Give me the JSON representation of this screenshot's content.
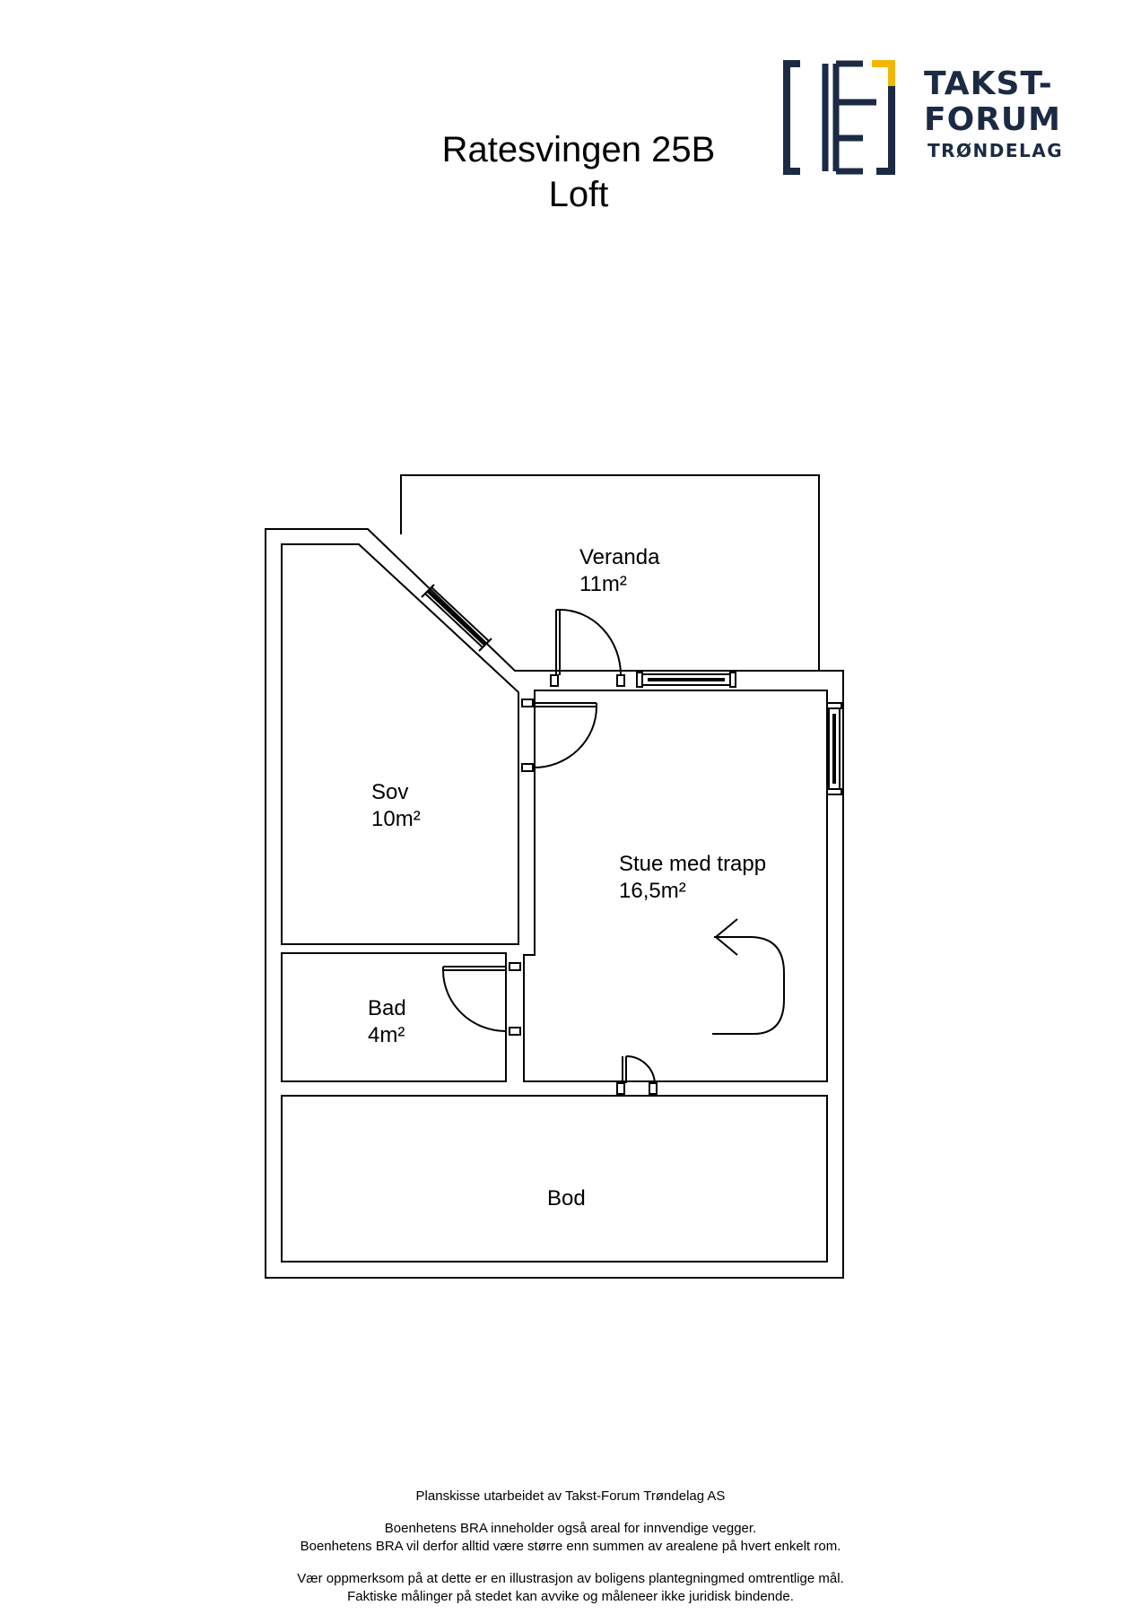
{
  "header": {
    "title_line1": "Ratesvingen 25B",
    "title_line2": "Loft"
  },
  "logo": {
    "line1": "TAKST-",
    "line2": "FORUM",
    "line3": "TRØNDELAG",
    "colors": {
      "navy": "#1c2a44",
      "gold": "#f2b705"
    }
  },
  "rooms": {
    "veranda": {
      "name": "Veranda",
      "area": "11m²"
    },
    "sov": {
      "name": "Sov",
      "area": "10m²"
    },
    "stue": {
      "name": "Stue med trapp",
      "area": "16,5m²"
    },
    "bad": {
      "name": "Bad",
      "area": "4m²"
    },
    "bod": {
      "name": "Bod"
    }
  },
  "footer": {
    "line1": "Planskisse utarbeidet av Takst-Forum Trøndelag AS",
    "line2": "Boenhetens BRA inneholder også areal for innvendige vegger.",
    "line3": "Boenhetens BRA vil derfor alltid være større enn summen av arealene på hvert enkelt rom.",
    "line4": "Vær oppmerksom på at dette er en illustrasjon av boligens plantegningmed omtrentlige mål.",
    "line5": "Faktiske målinger på stedet kan avvike og måleneer ikke juridisk bindende."
  }
}
